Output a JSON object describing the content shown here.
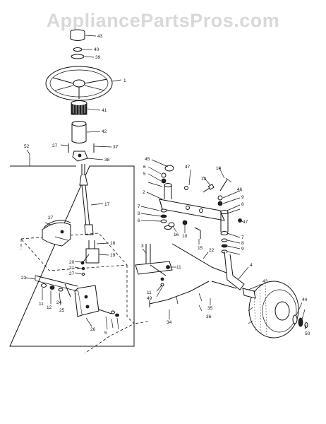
{
  "watermark": "AppliancePartsPros.com",
  "callouts": [
    {
      "id": "c43a",
      "text": "43"
    },
    {
      "id": "c40",
      "text": "40"
    },
    {
      "id": "c39",
      "text": "39"
    },
    {
      "id": "c1",
      "text": "1"
    },
    {
      "id": "c41",
      "text": "41"
    },
    {
      "id": "c42",
      "text": "42"
    },
    {
      "id": "c27a",
      "text": "27"
    },
    {
      "id": "c37",
      "text": "37"
    },
    {
      "id": "c38",
      "text": "38"
    },
    {
      "id": "c52",
      "text": "52"
    },
    {
      "id": "c17",
      "text": "17"
    },
    {
      "id": "c27b",
      "text": "27"
    },
    {
      "id": "c18",
      "text": "18"
    },
    {
      "id": "c19",
      "text": "19"
    },
    {
      "id": "c20",
      "text": "20"
    },
    {
      "id": "c21",
      "text": "21"
    },
    {
      "id": "c27c",
      "text": "27"
    },
    {
      "id": "c23",
      "text": "23"
    },
    {
      "id": "c12",
      "text": "12"
    },
    {
      "id": "c11a",
      "text": "11"
    },
    {
      "id": "c24",
      "text": "24"
    },
    {
      "id": "c25",
      "text": "25"
    },
    {
      "id": "c26",
      "text": "26"
    },
    {
      "id": "c5a",
      "text": "5"
    },
    {
      "id": "c45",
      "text": "45"
    },
    {
      "id": "c6a",
      "text": "6"
    },
    {
      "id": "c5b",
      "text": "5"
    },
    {
      "id": "c47a",
      "text": "47"
    },
    {
      "id": "c13",
      "text": "13"
    },
    {
      "id": "c14",
      "text": "14"
    },
    {
      "id": "c2",
      "text": "2"
    },
    {
      "id": "c46",
      "text": "46"
    },
    {
      "id": "c9a",
      "text": "9"
    },
    {
      "id": "c8a",
      "text": "8"
    },
    {
      "id": "c7a",
      "text": "7"
    },
    {
      "id": "c8b",
      "text": "8"
    },
    {
      "id": "c6b",
      "text": "6"
    },
    {
      "id": "c16",
      "text": "16"
    },
    {
      "id": "c10",
      "text": "10"
    },
    {
      "id": "c15",
      "text": "15"
    },
    {
      "id": "c47b",
      "text": "47"
    },
    {
      "id": "c7b",
      "text": "7"
    },
    {
      "id": "c8c",
      "text": "8"
    },
    {
      "id": "c9b",
      "text": "9"
    },
    {
      "id": "c22",
      "text": "22"
    },
    {
      "id": "c3",
      "text": "3"
    },
    {
      "id": "c11b",
      "text": "11"
    },
    {
      "id": "c4",
      "text": "4"
    },
    {
      "id": "c11c",
      "text": "11"
    },
    {
      "id": "c49",
      "text": "49"
    },
    {
      "id": "c34",
      "text": "34"
    },
    {
      "id": "c35",
      "text": "35"
    },
    {
      "id": "c36",
      "text": "36"
    },
    {
      "id": "c43b",
      "text": "43"
    },
    {
      "id": "c44",
      "text": "44"
    },
    {
      "id": "c50",
      "text": "50"
    }
  ]
}
